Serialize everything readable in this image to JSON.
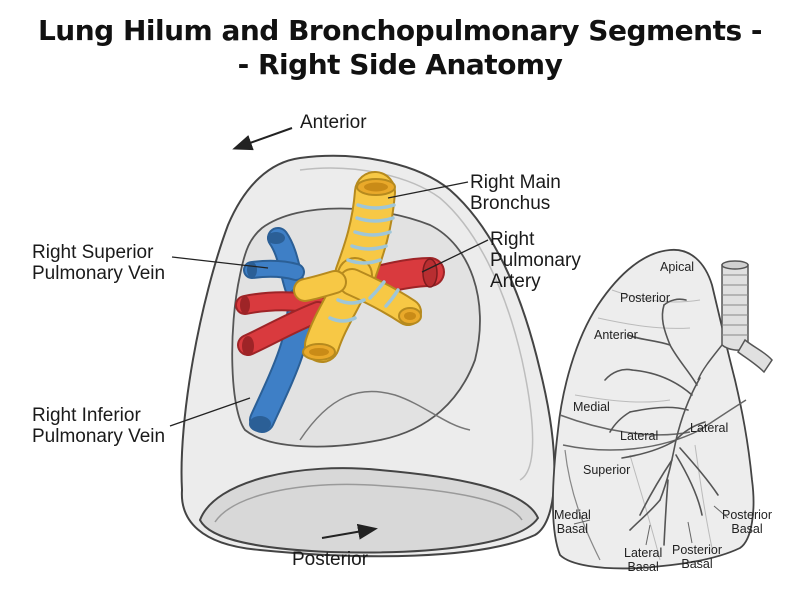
{
  "title": {
    "line1": "Lung Hilum and Bronchopulmonary Segments -",
    "line2": "- Right Side Anatomy"
  },
  "main_view": {
    "orientation_labels": {
      "anterior": "Anterior",
      "posterior": "Posterior"
    },
    "structure_labels": {
      "right_main_bronchus": [
        "Right Main",
        "Bronchus"
      ],
      "right_pulmonary_artery": [
        "Right",
        "Pulmonary",
        "Artery"
      ],
      "right_superior_pulmonary_vein": [
        "Right Superior",
        "Pulmonary Vein"
      ],
      "right_inferior_pulmonary_vein": [
        "Right Inferior",
        "Pulmonary Vein"
      ]
    }
  },
  "segments_view": {
    "segments": {
      "apical": [
        "Apical"
      ],
      "posterior": [
        "Posterior"
      ],
      "anterior": [
        "Anterior"
      ],
      "medial": [
        "Medial"
      ],
      "lateral_middle": [
        "Lateral"
      ],
      "lateral": [
        "Lateral"
      ],
      "superior": [
        "Superior"
      ],
      "medial_basal": [
        "Medial",
        "Basal"
      ],
      "lateral_basal": [
        "Lateral",
        "Basal"
      ],
      "posterior_basal_center": [
        "Posterior",
        "Basal"
      ],
      "posterior_basal_right": [
        "Posterior",
        "Basal"
      ]
    }
  },
  "colors": {
    "bronchus": "#f7c845",
    "artery": "#d93a3e",
    "vein": "#3e7fc6",
    "lung": "#ececec",
    "outline": "#444444"
  }
}
